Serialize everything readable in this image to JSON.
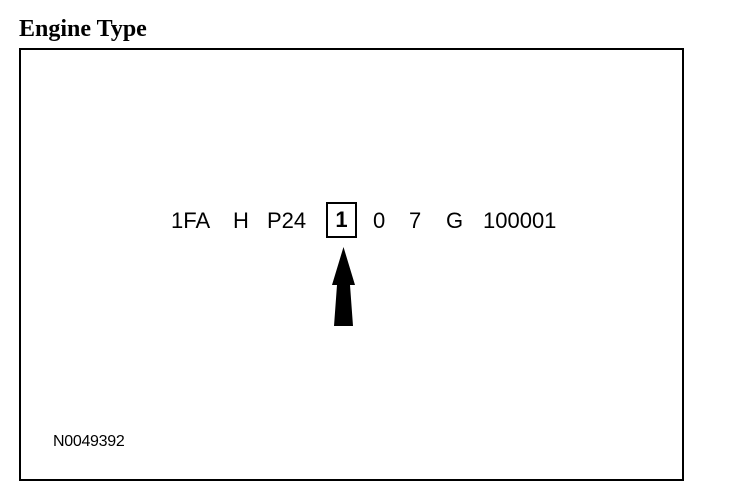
{
  "title": "Engine Type",
  "vin_segments": [
    "1FA",
    "H",
    "P24",
    "1",
    "0",
    "7",
    "G",
    "100001"
  ],
  "highlighted_segment": "1",
  "drawing_id": "N0049392"
}
